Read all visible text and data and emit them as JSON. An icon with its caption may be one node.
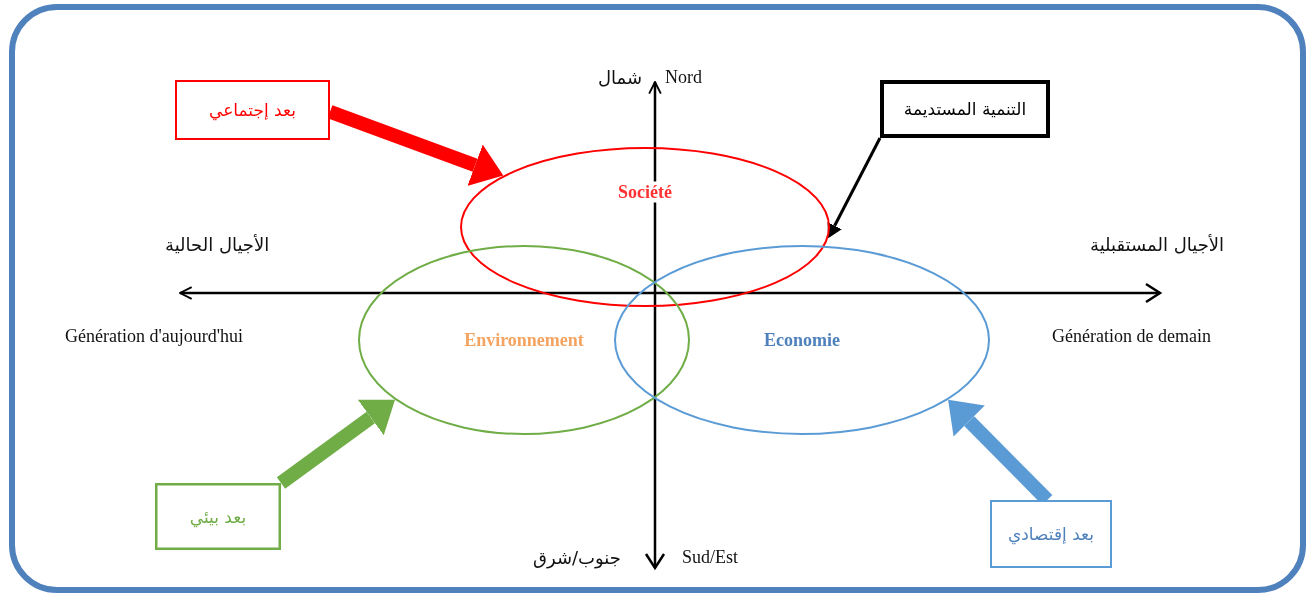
{
  "diagram": {
    "nodes": [
      {
        "text": [
          "بعد إجتماعي"
        ]
      },
      {
        "text": [
          "Société"
        ]
      },
      {
        "text": [
          "التنمية المستديمة"
        ]
      },
      {
        "text": [
          "Environnement"
        ]
      },
      {
        "text": [
          "Economie"
        ]
      },
      {
        "text": [
          "بعد بيئي"
        ]
      },
      {
        "text": [
          "بعد إقتصادي"
        ]
      }
    ],
    "edges": [
      {
        "from": 0,
        "to": 1,
        "arrow": "to",
        "color": "#ff0000"
      },
      {
        "from": 2,
        "to": 1,
        "arrow": "to",
        "color": "#000000"
      },
      {
        "from": 5,
        "to": 3,
        "arrow": "to",
        "color": "#70ad47"
      },
      {
        "from": 6,
        "to": 4,
        "arrow": "to",
        "color": "#5b9bd5"
      }
    ],
    "labels": [
      "شمال",
      "Nord",
      "الأجيال الحالية",
      "الأجيال المستقبلية",
      "Génération d'aujourd'hui",
      "Génération de demain",
      "جنوب/شرق",
      "Sud/Est"
    ]
  }
}
